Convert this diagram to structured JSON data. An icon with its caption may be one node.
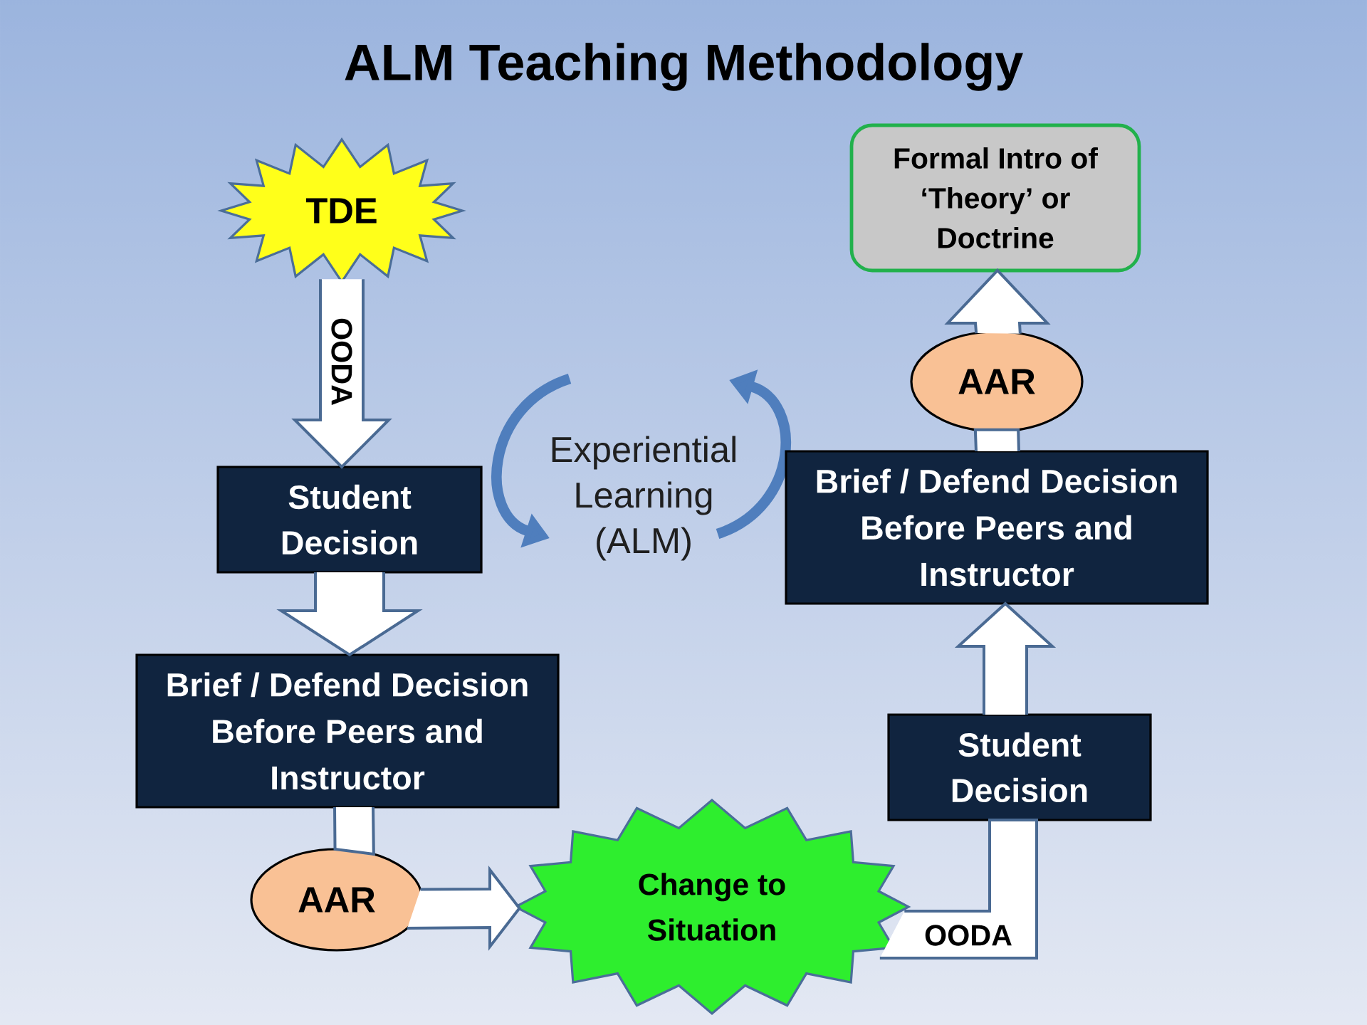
{
  "diagram": {
    "title": "ALM Teaching Methodology",
    "nodes": [
      {
        "text": [
          "TDE"
        ]
      },
      {
        "text": [
          "Student Decision"
        ]
      },
      {
        "text": [
          "Brief / Defend Decision Before Peers and Instructor"
        ]
      },
      {
        "text": [
          "AAR"
        ]
      },
      {
        "text": [
          "Change to Situation"
        ]
      },
      {
        "text": [
          "Student Decision"
        ]
      },
      {
        "text": [
          "Brief / Defend Decision Before Peers and Instructor"
        ]
      },
      {
        "text": [
          "AAR"
        ]
      },
      {
        "text": [
          "Formal Intro of ‘Theory’ or Doctrine"
        ]
      }
    ],
    "edges": [
      {
        "from": 0,
        "to": 1,
        "arrow": "to",
        "label": "OODA"
      },
      {
        "from": 1,
        "to": 2,
        "arrow": "to"
      },
      {
        "from": 2,
        "to": 3,
        "arrow": "none"
      },
      {
        "from": 3,
        "to": 4,
        "arrow": "to"
      },
      {
        "from": 4,
        "to": 5,
        "arrow": "none",
        "label": "OODA"
      },
      {
        "from": 5,
        "to": 6,
        "arrow": "to"
      },
      {
        "from": 6,
        "to": 7,
        "arrow": "none"
      },
      {
        "from": 7,
        "to": 8,
        "arrow": "to"
      }
    ],
    "labels": [
      "Experiential Learning (ALM)"
    ]
  }
}
